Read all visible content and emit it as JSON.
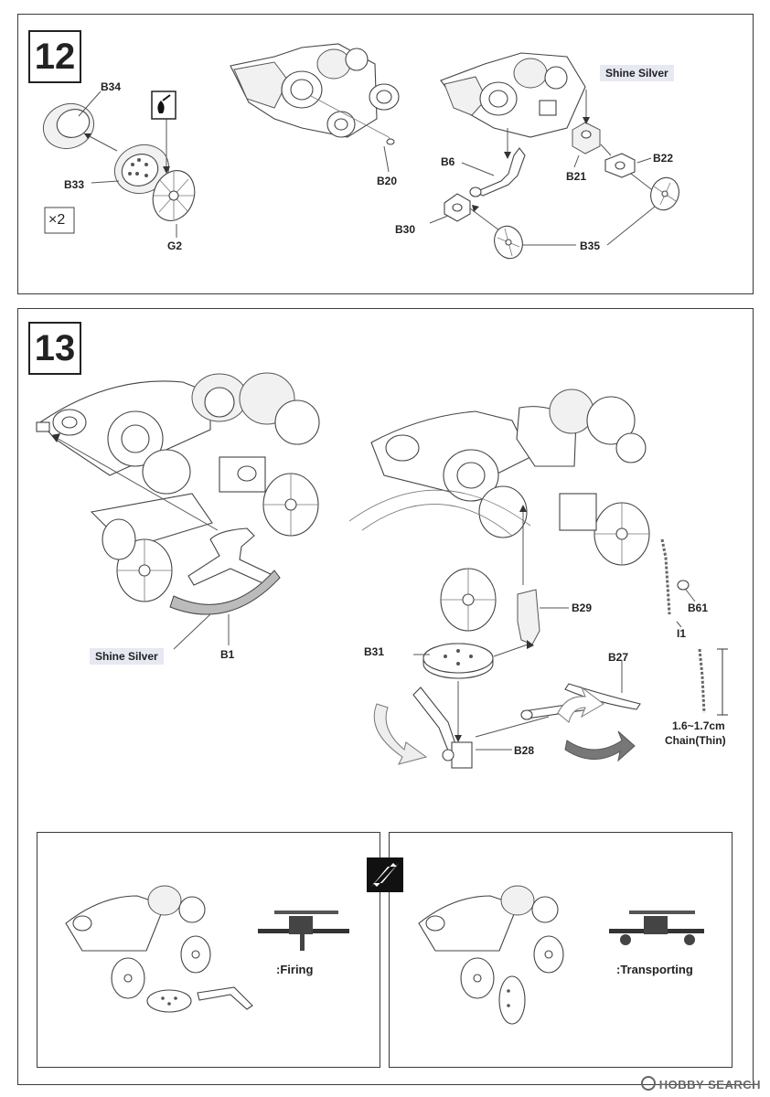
{
  "step12": {
    "number": "12",
    "labels": {
      "b34": "B34",
      "b33": "B33",
      "g2": "G2",
      "times2": "×2",
      "b20": "B20",
      "shine_silver": "Shine Silver",
      "b6": "B6",
      "b21": "B21",
      "b22": "B22",
      "b30": "B30",
      "b35": "B35"
    }
  },
  "step13": {
    "number": "13",
    "labels": {
      "shine_silver": "Shine Silver",
      "b1": "B1",
      "b29": "B29",
      "b61": "B61",
      "i1": "I1",
      "b31": "B31",
      "b27": "B27",
      "b28": "B28",
      "chain_length": "1.6~1.7cm",
      "chain_type": "Chain(Thin)"
    }
  },
  "modes": {
    "firing": ":Firing",
    "transporting": ":Transporting"
  },
  "watermark": "HOBBY SEARCH",
  "icons": {
    "paint": "paint-drop-icon",
    "option": "option-switch-icon",
    "logo": "hobby-search-logo-icon"
  }
}
